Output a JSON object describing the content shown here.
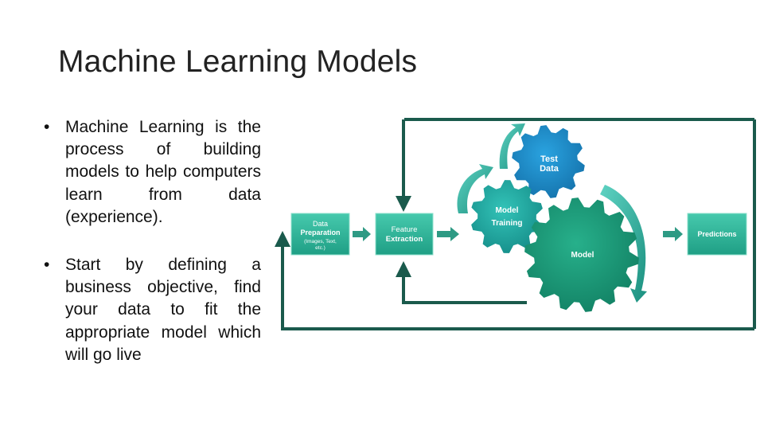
{
  "slide": {
    "title": "Machine Learning Models",
    "bullets": [
      {
        "marker": "•",
        "text": "Machine Learning is the process of building models to help computers learn from data (experience)."
      },
      {
        "marker": "•",
        "text": "Start by defining a business objective, find your data to fit the appropriate model which will go live"
      }
    ]
  },
  "diagram": {
    "boxes": {
      "data_prep": {
        "line1": "Data",
        "line2": "Preparation",
        "line3": "(Images, Text,",
        "line4": "etc.)"
      },
      "feature": {
        "line1": "Feature",
        "line2": "Extraction"
      },
      "predictions": {
        "label": "Predictions"
      }
    },
    "gears": {
      "test_data": {
        "line1": "Test",
        "line2": "Data"
      },
      "model_training": {
        "line1": "Model",
        "line2": "Training"
      },
      "model": {
        "label": "Model"
      }
    },
    "colors": {
      "box": "#2fb89a",
      "arrow": "#2e9a84",
      "loop": "#1a5a4c",
      "gear_blue": "#1b8fd0",
      "gear_teal": "#1fb0a8",
      "gear_green": "#1a9a7a"
    }
  }
}
